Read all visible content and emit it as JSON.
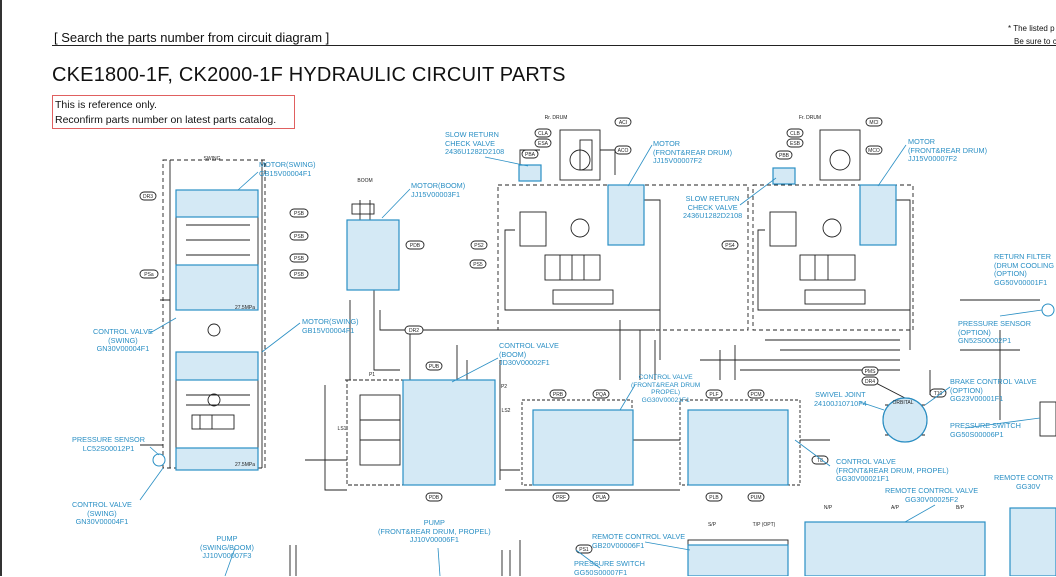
{
  "header": {
    "search_title": "[ Search the parts number from circuit diagram ]",
    "note_line1": "* The listed p",
    "note_line2": "Be sure to c"
  },
  "page_title": "CKE1800-1F, CK2000-1F HYDRAULIC CIRCUIT PARTS",
  "reference_note": {
    "line1": "This is reference only.",
    "line2": "Reconfirm parts number on latest parts catalog."
  },
  "colors": {
    "callout": "#2a8fc4",
    "highlight_fill": "#d4e9f5",
    "highlight_stroke": "#2a8fc4",
    "note_border": "#e06060",
    "linework": "#222222"
  },
  "callouts": {
    "motor_swing_1": [
      "MOTOR(SWING)",
      "GB15V00004F1"
    ],
    "motor_boom": [
      "MOTOR(BOOM)",
      "JJ15V00003F1"
    ],
    "slow_return_1": [
      "SLOW RETURN",
      "CHECK VALVE",
      "2436U1282D2108"
    ],
    "motor_rear_drum": [
      "MOTOR",
      "(FRONT&REAR DRUM)",
      "JJ15V00007F2"
    ],
    "slow_return_2": [
      "SLOW RETURN",
      "CHECK VALVE",
      "2436U1282D2108"
    ],
    "motor_front_drum": [
      "MOTOR",
      "(FRONT&REAR DRUM)",
      "JJ15V00007F2"
    ],
    "return_filter": [
      "RETURN FILTER",
      "(DRUM COOLING",
      "(OPTION)",
      "GG50V00001F1"
    ],
    "pressure_sensor_option": [
      "PRESSURE SENSOR",
      "(OPTION)",
      "GN52S00002P1"
    ],
    "brake_control_valve": [
      "BRAKE CONTROL VALVE",
      "(OPTION)",
      "GG23V00001F1"
    ],
    "pressure_switch_right": [
      "PRESSURE SWITCH",
      "GG50S00006P1"
    ],
    "control_valve_swing_1": [
      "CONTROL VALVE",
      "(SWING)",
      "GN30V00004F1"
    ],
    "motor_swing_2": [
      "MOTOR(SWING)",
      "GB15V00004F1"
    ],
    "control_valve_boom": [
      "CONTROL VALVE",
      "(BOOM)",
      "JD30V00002F1"
    ],
    "control_valve_frd_1": [
      "CONTROL VALVE",
      "(FRONT&REAR DRUM",
      "PROPEL)",
      "GG30V00021F1"
    ],
    "swivel_joint": [
      "SWIVEL JOINT",
      "24100J10710F4"
    ],
    "pressure_sensor_left": [
      "PRESSURE SENSOR",
      "LC52S00012P1"
    ],
    "control_valve_frd_2": [
      "CONTROL VALVE",
      "(FRONT&REAR DRUM, PROPEL)",
      "GG30V00021F1"
    ],
    "remote_control_right": [
      "REMOTE CONTR",
      "GG30V"
    ],
    "remote_control_valve_2": [
      "REMOTE CONTROL VALVE",
      "GG30V00025F2"
    ],
    "control_valve_swing_2": [
      "CONTROL VALVE",
      "(SWING)",
      "GN30V00004F1"
    ],
    "pump_swing_boom": [
      "PUMP",
      "(SWING/BOOM)",
      "JJ10V00007F3"
    ],
    "pump_drum_propel": [
      "PUMP",
      "(FRONT&REAR DRUM, PROPEL)",
      "JJ10V00006F1"
    ],
    "remote_control_valve_1": [
      "REMOTE CONTROL VALVE",
      "GB20V00006F1"
    ],
    "pressure_switch_bottom": [
      "PRESSURE SWITCH",
      "GG50S00007F1"
    ]
  },
  "port_tags": [
    "DR3",
    "PSB",
    "PSB",
    "PSB",
    "PSB",
    "PSa",
    "PDB",
    "PS2",
    "PS5",
    "PS4",
    "DR2",
    "PUB",
    "PDB",
    "PRB",
    "PQA",
    "PLF",
    "PCM",
    "PRF",
    "PUA",
    "PLB",
    "PUM",
    "PS1",
    "T10",
    "T8",
    "PMS",
    "DR4",
    "ACI",
    "ACO",
    "MCI",
    "MCO",
    "CLA",
    "CLB",
    "ESA",
    "ESB",
    "PBA",
    "PBB"
  ],
  "small_text": [
    "Rr. DRUM",
    "Fr. DRUM",
    "BOOM",
    "SWING",
    "S/P",
    "T/P (OPT)",
    "N/P",
    "A/P",
    "B/P",
    "P1",
    "P2",
    "LS1",
    "LS2",
    "27.5MPa",
    "ORBITAL"
  ]
}
